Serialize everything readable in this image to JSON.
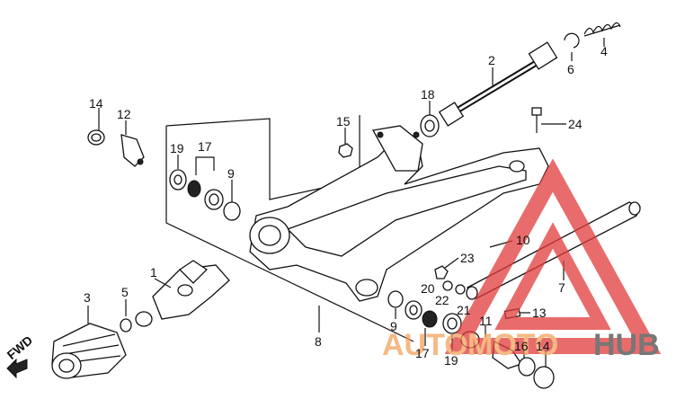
{
  "diagram": {
    "fwd_label": "FWD",
    "callouts": [
      {
        "id": "c1",
        "text": "1"
      },
      {
        "id": "c2",
        "text": "2"
      },
      {
        "id": "c3",
        "text": "3"
      },
      {
        "id": "c4",
        "text": "4"
      },
      {
        "id": "c5",
        "text": "5"
      },
      {
        "id": "c6",
        "text": "6"
      },
      {
        "id": "c7",
        "text": "7"
      },
      {
        "id": "c8",
        "text": "8"
      },
      {
        "id": "c9a",
        "text": "9"
      },
      {
        "id": "c9b",
        "text": "9"
      },
      {
        "id": "c10",
        "text": "10"
      },
      {
        "id": "c11",
        "text": "11"
      },
      {
        "id": "c12",
        "text": "12"
      },
      {
        "id": "c13",
        "text": "13"
      },
      {
        "id": "c14a",
        "text": "14"
      },
      {
        "id": "c14b",
        "text": "14"
      },
      {
        "id": "c15",
        "text": "15"
      },
      {
        "id": "c16",
        "text": "16"
      },
      {
        "id": "c17a",
        "text": "17"
      },
      {
        "id": "c17b",
        "text": "17"
      },
      {
        "id": "c18",
        "text": "18"
      },
      {
        "id": "c19a",
        "text": "19"
      },
      {
        "id": "c19b",
        "text": "19"
      },
      {
        "id": "c20",
        "text": "20"
      },
      {
        "id": "c21",
        "text": "21"
      },
      {
        "id": "c22",
        "text": "22"
      },
      {
        "id": "c23",
        "text": "23"
      },
      {
        "id": "c24",
        "text": "24"
      }
    ]
  },
  "watermark": {
    "text_auto": "AUTO",
    "text_moto": "MOTO",
    "text_hub": "HUB",
    "color_red": "#e23b3b",
    "color_orange": "#f2a25c",
    "color_grey": "#4a4a4a"
  }
}
